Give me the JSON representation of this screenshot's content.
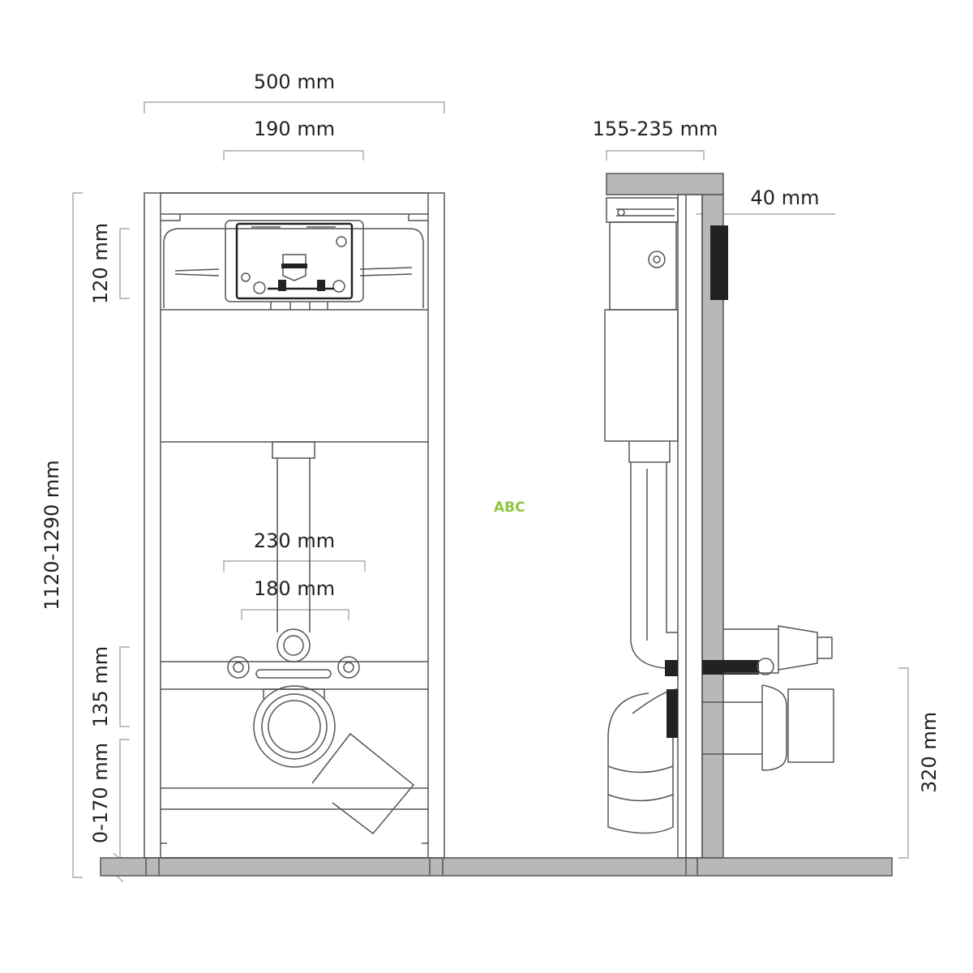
{
  "dimensions": {
    "frame_width": "500 mm",
    "flush_plate_width": "190 mm",
    "depth": "155-235 mm",
    "plate_thickness": "40 mm",
    "plate_height": "120 mm",
    "total_height": "1120-1290 mm",
    "bolt_spacing_outer": "230 mm",
    "bolt_spacing_inner": "180 mm",
    "bolt_height": "135 mm",
    "leg_adjust": "0-170 mm",
    "outlet_height": "320 mm"
  },
  "watermark": "ABC"
}
